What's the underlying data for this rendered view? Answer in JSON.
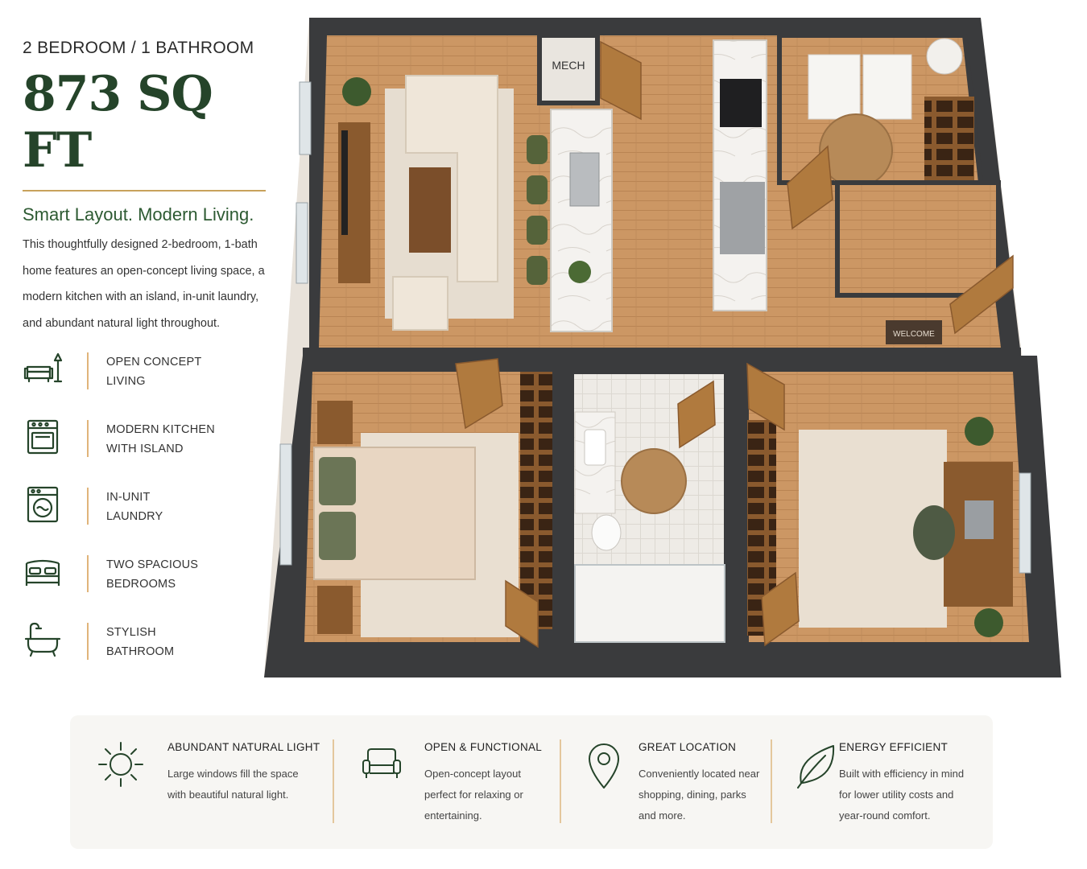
{
  "header": {
    "subhead": "2 BEDROOM / 1 BATHROOM",
    "sqft": "873 SQ FT",
    "tagline": "Smart Layout. Modern Living.",
    "description": "This thoughtfully designed 2-bedroom, 1-bath home features an open-concept living space, a modern kitchen with an island, in-unit laundry, and abundant natural light throughout."
  },
  "features": [
    {
      "icon": "sofa-lamp-icon",
      "label": "OPEN CONCEPT\nLIVING"
    },
    {
      "icon": "oven-icon",
      "label": "MODERN KITCHEN\nWITH ISLAND"
    },
    {
      "icon": "washing-machine-icon",
      "label": "IN-UNIT\nLAUNDRY"
    },
    {
      "icon": "bed-icon",
      "label": "TWO SPACIOUS\nBEDROOMS"
    },
    {
      "icon": "bathtub-icon",
      "label": "STYLISH\nBATHROOM"
    }
  ],
  "plan": {
    "mech_label": "MECH",
    "welcome_label": "WELCOME"
  },
  "highlights": [
    {
      "icon": "sun-icon",
      "title": "ABUNDANT NATURAL LIGHT",
      "text": "Large windows fill the space\nwith beautiful natural light."
    },
    {
      "icon": "armchair-icon",
      "title": "OPEN & FUNCTIONAL",
      "text": "Open-concept layout\nperfect for relaxing or\nentertaining."
    },
    {
      "icon": "location-pin-icon",
      "title": "GREAT LOCATION",
      "text": "Conveniently located near\nshopping, dining, parks\nand more."
    },
    {
      "icon": "leaf-icon",
      "title": "ENERGY EFFICIENT",
      "text": "Built with efficiency in mind\nfor lower utility costs and\nyear-round comfort."
    }
  ],
  "colors": {
    "brand_green": "#25442a",
    "accent_gold": "#c8a25c",
    "wall": "#3a3b3d",
    "floor": "#c9945f"
  }
}
